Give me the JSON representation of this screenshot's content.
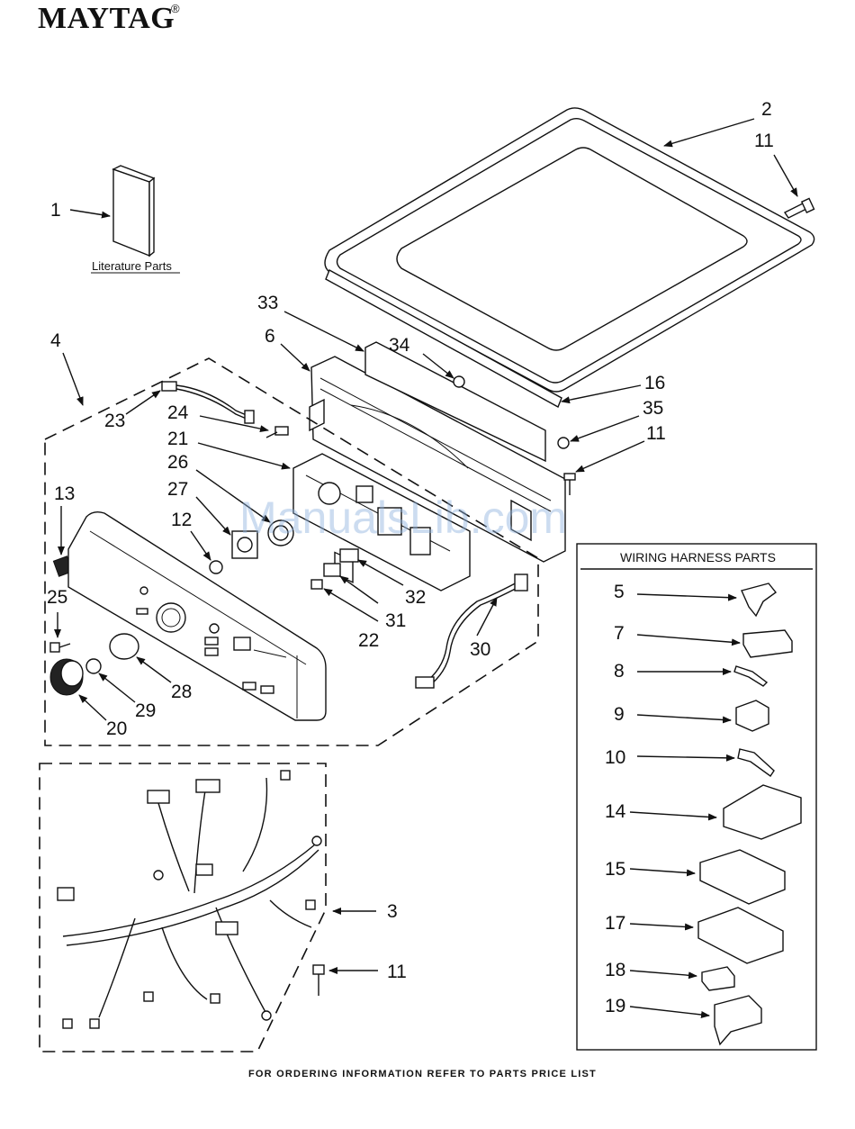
{
  "brand": "MAYTAG",
  "brand_mark": "®",
  "watermark": "ManualsLib.com",
  "literature_label": "Literature Parts",
  "wiring_box_title": "WIRING HARNESS PARTS",
  "footer": "FOR ORDERING INFORMATION REFER TO PARTS PRICE LIST",
  "callouts": {
    "c1": "1",
    "c2": "2",
    "c3": "3",
    "c4": "4",
    "c5": "5",
    "c6": "6",
    "c7": "7",
    "c8": "8",
    "c9": "9",
    "c10": "10",
    "c11a": "11",
    "c11b": "11",
    "c11c": "11",
    "c12": "12",
    "c13": "13",
    "c14": "14",
    "c15": "15",
    "c16": "16",
    "c17": "17",
    "c18": "18",
    "c19": "19",
    "c20": "20",
    "c21": "21",
    "c22": "22",
    "c23": "23",
    "c24": "24",
    "c25": "25",
    "c26": "26",
    "c27": "27",
    "c28": "28",
    "c29": "29",
    "c30": "30",
    "c31": "31",
    "c32": "32",
    "c33": "33",
    "c34": "34",
    "c35": "35"
  }
}
